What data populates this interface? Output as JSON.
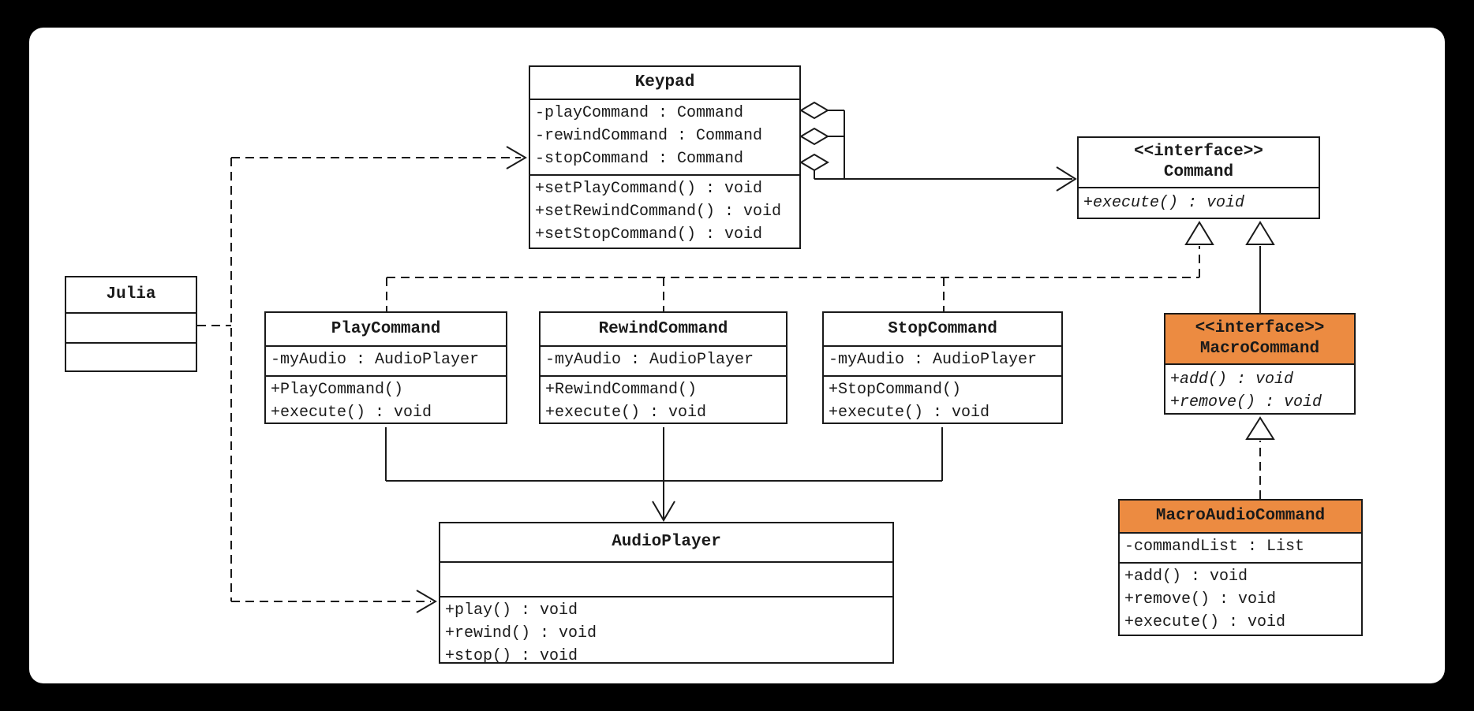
{
  "diagram": {
    "title_hint": "Command pattern UML class diagram",
    "colors": {
      "backdrop": "#000000",
      "canvas": "#FFFFFF",
      "line": "#1A1A1A",
      "accent_orange": "#EC8B41"
    },
    "classes": {
      "keypad": {
        "title": "Keypad",
        "attributes": [
          "-playCommand : Command",
          "-rewindCommand : Command",
          "-stopCommand : Command"
        ],
        "methods": [
          "+setPlayCommand() : void",
          "+setRewindCommand() : void",
          "+setStopCommand() : void"
        ]
      },
      "command": {
        "stereotype": "<<interface>>",
        "title": "Command",
        "methods": [
          "+execute() : void"
        ]
      },
      "julia": {
        "title": "Julia",
        "attributes": [],
        "methods": []
      },
      "playCommand": {
        "title": "PlayCommand",
        "attributes": [
          "-myAudio : AudioPlayer"
        ],
        "methods": [
          "+PlayCommand()",
          "+execute() : void"
        ]
      },
      "rewindCommand": {
        "title": "RewindCommand",
        "attributes": [
          "-myAudio : AudioPlayer"
        ],
        "methods": [
          "+RewindCommand()",
          "+execute() : void"
        ]
      },
      "stopCommand": {
        "title": "StopCommand",
        "attributes": [
          "-myAudio : AudioPlayer"
        ],
        "methods": [
          "+StopCommand()",
          "+execute() : void"
        ]
      },
      "audioPlayer": {
        "title": "AudioPlayer",
        "attributes": [],
        "methods": [
          "+play() : void",
          "+rewind() : void",
          "+stop() : void"
        ]
      },
      "macroCommand": {
        "stereotype": "<<interface>>",
        "title": "MacroCommand",
        "methods": [
          "+add() : void",
          "+remove() : void"
        ]
      },
      "macroAudioCommand": {
        "title": "MacroAudioCommand",
        "attributes": [
          "-commandList : List"
        ],
        "methods": [
          "+add() : void",
          "+remove() : void",
          "+execute() : void"
        ]
      }
    },
    "relationships": {
      "keypad_aggregates_command": "aggregation",
      "keypad_to_command": "association-arrow",
      "concrete_commands_realize_command": "dashed-realization",
      "macrocommand_extends_command": "generalization",
      "macroaudiocommand_realizes_macrocommand": "dashed-realization",
      "julia_depends_on_keypad": "dashed-dependency",
      "julia_depends_on_audioplayer": "dashed-dependency",
      "commands_use_audioplayer": "directed-association"
    }
  }
}
